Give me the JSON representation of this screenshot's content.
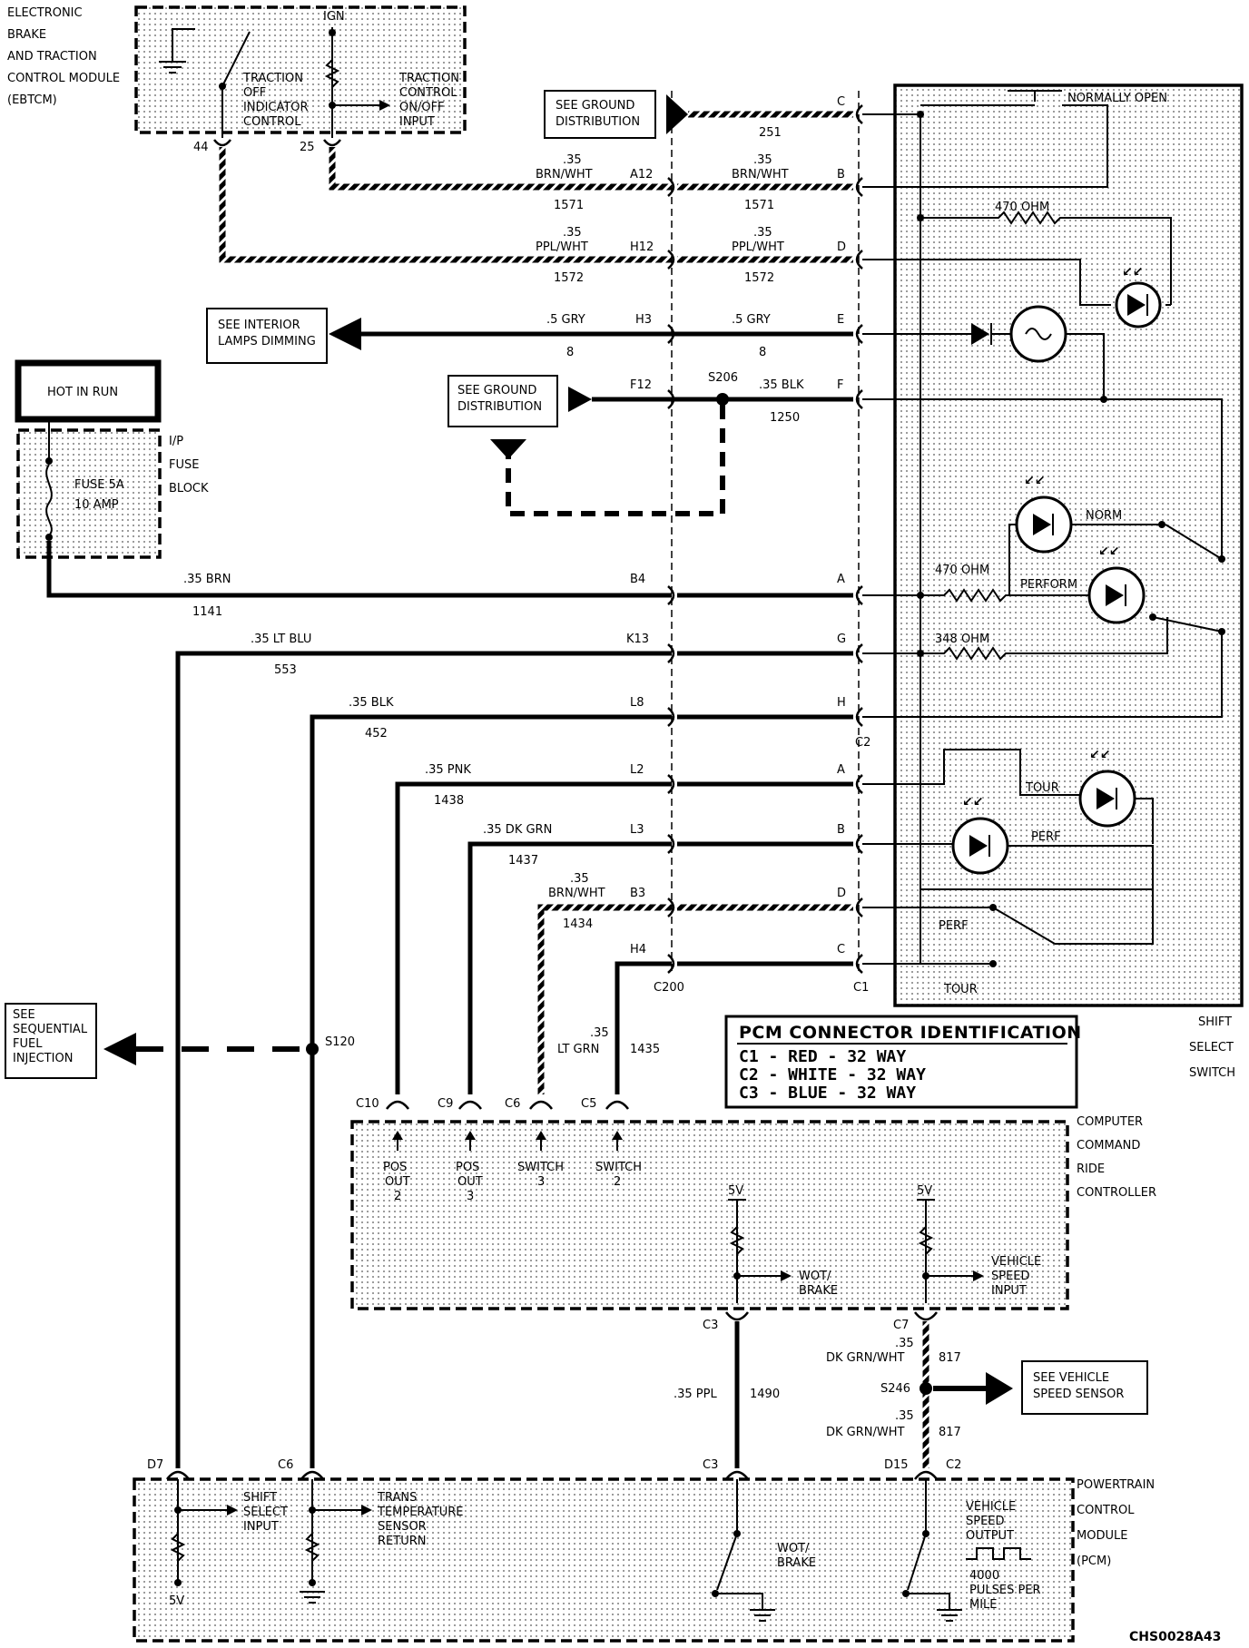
{
  "diagram_id": "CHS0028A43",
  "ebtcm": {
    "title_lines": [
      "ELECTRONIC",
      "BRAKE",
      "AND TRACTION",
      "CONTROL MODULE",
      "(EBTCM)"
    ],
    "ign": "IGN",
    "traction_off_lines": [
      "TRACTION",
      "OFF",
      "INDICATOR",
      "CONTROL"
    ],
    "traction_input_lines": [
      "TRACTION",
      "CONTROL",
      "ON/OFF",
      "INPUT"
    ],
    "pin_44": "44",
    "pin_25": "25"
  },
  "ground_dist_top": [
    "SEE GROUND",
    "DISTRIBUTION"
  ],
  "ground_dist_mid": [
    "SEE GROUND",
    "DISTRIBUTION"
  ],
  "interior_lamps": [
    "SEE INTERIOR",
    "LAMPS DIMMING"
  ],
  "hot_in_run": "HOT IN RUN",
  "fuse_block": {
    "title_lines": [
      "I/P",
      "FUSE",
      "BLOCK"
    ],
    "fuse_lines": [
      "FUSE 5A",
      "10 AMP"
    ]
  },
  "wires_top": [
    {
      "left_gauge": "",
      "left_color": "",
      "left_pin": "",
      "left_circuit": "",
      "right_gauge": "",
      "right_color": "",
      "right_circuit": "251",
      "right_pin": "C"
    },
    {
      "left_gauge": ".35",
      "left_color": "BRN/WHT",
      "left_pin": "A12",
      "left_circuit": "1571",
      "right_gauge": ".35",
      "right_color": "BRN/WHT",
      "right_circuit": "1571",
      "right_pin": "B"
    },
    {
      "left_gauge": ".35",
      "left_color": "PPL/WHT",
      "left_pin": "H12",
      "left_circuit": "1572",
      "right_gauge": ".35",
      "right_color": "PPL/WHT",
      "right_circuit": "1572",
      "right_pin": "D"
    },
    {
      "left_gauge": "",
      "left_color": ".5 GRY",
      "left_pin": "H3",
      "left_circuit": "8",
      "right_gauge": "",
      "right_color": ".5 GRY",
      "right_circuit": "8",
      "right_pin": "E"
    },
    {
      "left_gauge": "",
      "left_color": "",
      "left_pin": "F12",
      "left_circuit": "",
      "right_gauge": "",
      "right_color": ".35 BLK",
      "right_circuit": "1250",
      "right_pin": "F"
    }
  ],
  "splice_s206": "S206",
  "wires_low": [
    {
      "color": ".35 BRN",
      "circuit": "1141",
      "pin": "B4",
      "right_pin": "A"
    },
    {
      "color": ".35 LT BLU",
      "circuit": "553",
      "pin": "K13",
      "right_pin": "G"
    },
    {
      "color": ".35 BLK",
      "circuit": "452",
      "pin": "L8",
      "right_pin": "H"
    },
    {
      "color": ".35 PNK",
      "circuit": "1438",
      "pin": "L2",
      "right_pin": "A"
    },
    {
      "color": ".35 DK GRN",
      "circuit": "1437",
      "pin": "L3",
      "right_pin": "B"
    },
    {
      "color": "BRN/WHT",
      "gauge": ".35",
      "circuit": "1434",
      "pin": "B3",
      "right_pin": "D"
    },
    {
      "color": "LT GRN",
      "gauge": ".35",
      "circuit": "1435",
      "pin": "H4",
      "right_pin": "C"
    }
  ],
  "connectors": {
    "c2": "C2",
    "c1": "C1",
    "c200": "C200"
  },
  "shift_switch": {
    "normally_open": "NORMALLY OPEN",
    "r1": "470 OHM",
    "r2": "470 OHM",
    "r3": "348 OHM",
    "norm": "NORM",
    "perform": "PERFORM",
    "tour": "TOUR",
    "perf": "PERF",
    "perf_sw": "PERF",
    "tour_sw": "TOUR",
    "title_lines": [
      "SHIFT",
      "SELECT",
      "SWITCH"
    ]
  },
  "pcm_id": {
    "title": "PCM CONNECTOR IDENTIFICATION",
    "rows": [
      "C1 - RED    - 32 WAY",
      "C2 - WHITE  - 32 WAY",
      "C3 - BLUE   - 32 WAY"
    ]
  },
  "sfi": [
    "SEE",
    "SEQUENTIAL",
    "FUEL",
    "INJECTION"
  ],
  "splice_s120": "S120",
  "ccrc": {
    "title_lines": [
      "COMPUTER",
      "COMMAND",
      "RIDE",
      "CONTROLLER"
    ],
    "pins": [
      "C10",
      "C9",
      "C6",
      "C5"
    ],
    "inputs": [
      [
        "POS",
        "OUT",
        "2"
      ],
      [
        "POS",
        "OUT",
        "3"
      ],
      [
        "SWITCH",
        "3"
      ],
      [
        "SWITCH",
        "2"
      ]
    ],
    "v5a": "5V",
    "v5b": "5V",
    "wot": [
      "WOT/",
      "BRAKE"
    ],
    "vsi": [
      "VEHICLE",
      "SPEED",
      "INPUT"
    ],
    "pin_c3": "C3",
    "pin_c7": "C7"
  },
  "lower_wires": {
    "ppl": ".35 PPL",
    "ppl_circuit": "1490",
    "gauge_a": ".35",
    "dkgrn_a": "DK GRN/WHT",
    "circuit_a": "817",
    "s246": "S246",
    "gauge_b": ".35",
    "dkgrn_b": "DK GRN/WHT",
    "circuit_b": "817",
    "vss": [
      "SEE VEHICLE",
      "SPEED SENSOR"
    ]
  },
  "pcm": {
    "title_lines": [
      "POWERTRAIN",
      "CONTROL",
      "MODULE",
      "(PCM)"
    ],
    "pin_d7": "D7",
    "pin_c6": "C6",
    "pin_c3": "C3",
    "pin_d15": "D15",
    "pin_c2": "C2",
    "shift_input": [
      "SHIFT",
      "SELECT",
      "INPUT"
    ],
    "trans": [
      "TRANS",
      "TEMPERATURE",
      "SENSOR",
      "RETURN"
    ],
    "wot": [
      "WOT/",
      "BRAKE"
    ],
    "vso": [
      "VEHICLE",
      "SPEED",
      "OUTPUT"
    ],
    "pulses": [
      "4000",
      "PULSES PER",
      "MILE"
    ],
    "v5": "5V"
  }
}
